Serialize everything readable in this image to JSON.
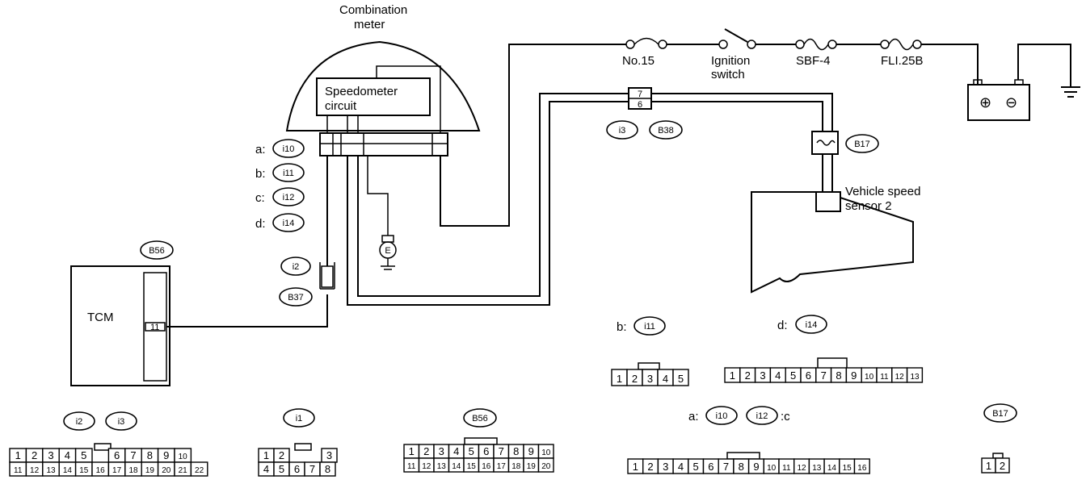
{
  "labels": {
    "combination_meter_1": "Combination",
    "combination_meter_2": "meter",
    "speedometer_1": "Speedometer",
    "speedometer_2": "circuit",
    "no15": "No.15",
    "ignition_1": "Ignition",
    "ignition_2": "switch",
    "sbf4": "SBF-4",
    "fli25b": "FLI.25B",
    "vss_1": "Vehicle speed",
    "vss_2": "sensor 2",
    "tcm": "TCM",
    "ground_e": "E",
    "tcm_pin": "11",
    "b38_pin_top": "7",
    "b38_pin_bot": "6",
    "a_prefix": "a:",
    "b_prefix": "b:",
    "c_prefix": "c:",
    "d_prefix": "d:",
    "c_suffix": ":c",
    "plus": "⊕",
    "minus": "⊖"
  },
  "connectors": {
    "i10": "i10",
    "i11": "i11",
    "i12": "i12",
    "i14": "i14",
    "i2": "i2",
    "i3": "i3",
    "i1": "i1",
    "b56": "B56",
    "b37": "B37",
    "b38": "B38",
    "b17": "B17"
  },
  "pinouts": {
    "i2_i3_row1": [
      "1",
      "2",
      "3",
      "4",
      "5",
      "",
      "6",
      "7",
      "8",
      "9",
      "10"
    ],
    "i2_i3_row2": [
      "11",
      "12",
      "13",
      "14",
      "15",
      "16",
      "17",
      "18",
      "19",
      "20",
      "21",
      "22"
    ],
    "i1_row1": [
      "1",
      "2",
      "",
      "3"
    ],
    "i1_row2": [
      "4",
      "5",
      "6",
      "7",
      "8"
    ],
    "b56_row1": [
      "1",
      "2",
      "3",
      "4",
      "5",
      "6",
      "7",
      "8",
      "9",
      "10"
    ],
    "b56_row2": [
      "11",
      "12",
      "13",
      "14",
      "15",
      "16",
      "17",
      "18",
      "19",
      "20"
    ],
    "i11": [
      "1",
      "2",
      "3",
      "4",
      "5"
    ],
    "i14": [
      "1",
      "2",
      "3",
      "4",
      "5",
      "6",
      "7",
      "8",
      "9",
      "10",
      "11",
      "12",
      "13"
    ],
    "i10_i12": [
      "1",
      "2",
      "3",
      "4",
      "5",
      "6",
      "7",
      "8",
      "9",
      "10",
      "11",
      "12",
      "13",
      "14",
      "15",
      "16"
    ],
    "b17": [
      "1",
      "2"
    ]
  }
}
